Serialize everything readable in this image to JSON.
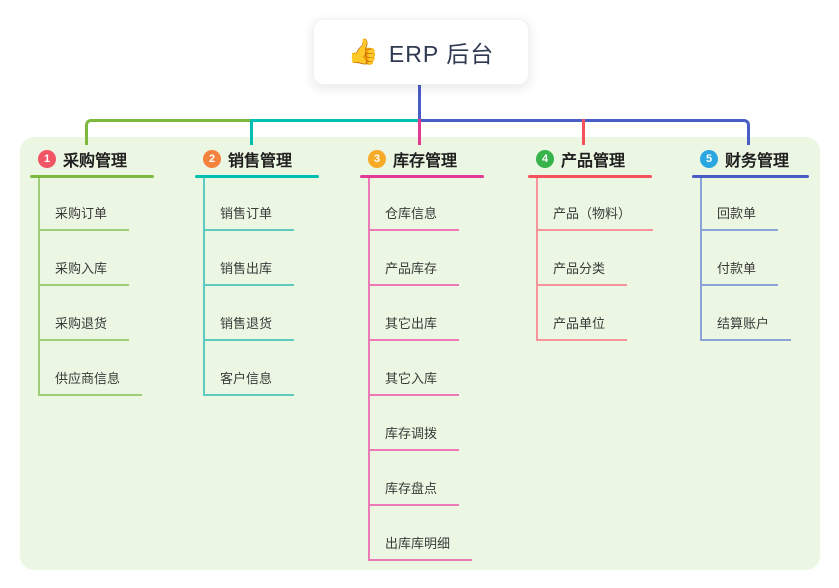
{
  "root": {
    "icon": "thumbs-up-icon",
    "emoji": "👍",
    "label": "ERP 后台"
  },
  "colors": {
    "page_bg": "#ffffff",
    "panel_bg": "#ebf7e3",
    "root_stem": "#4a5dc7",
    "root_text": "#2e3850"
  },
  "connector": {
    "left_segment_color": "#7cb93e",
    "middle_segment_color": "#00bfb0",
    "right_segment_color": "#4a5dc7",
    "drop_colors": [
      "#7cb93e",
      "#00bfb0",
      "#e03a92",
      "#f4515c",
      "#4a5dc7"
    ]
  },
  "branches": [
    {
      "number": "1",
      "label": "采购管理",
      "badge_color": "#f25565",
      "line_color": "#7cb93e",
      "child_line_color": "#a2cd78",
      "children": [
        "采购订单",
        "采购入库",
        "采购退货",
        "供应商信息"
      ]
    },
    {
      "number": "2",
      "label": "销售管理",
      "badge_color": "#f5813e",
      "line_color": "#00bfb0",
      "child_line_color": "#5ecac2",
      "children": [
        "销售订单",
        "销售出库",
        "销售退货",
        "客户信息"
      ]
    },
    {
      "number": "3",
      "label": "库存管理",
      "badge_color": "#f7a928",
      "line_color": "#e03a92",
      "child_line_color": "#ee79b7",
      "children": [
        "仓库信息",
        "产品库存",
        "其它出库",
        "其它入库",
        "库存调拨",
        "库存盘点",
        "出库库明细"
      ]
    },
    {
      "number": "4",
      "label": "产品管理",
      "badge_color": "#36b34a",
      "line_color": "#f4515c",
      "child_line_color": "#f8939b",
      "children": [
        "产品（物料）",
        "产品分类",
        "产品单位"
      ]
    },
    {
      "number": "5",
      "label": "财务管理",
      "badge_color": "#2aa7e0",
      "line_color": "#4a5dc7",
      "child_line_color": "#8ca3da",
      "children": [
        "回款单",
        "付款单",
        "结算账户"
      ]
    }
  ]
}
